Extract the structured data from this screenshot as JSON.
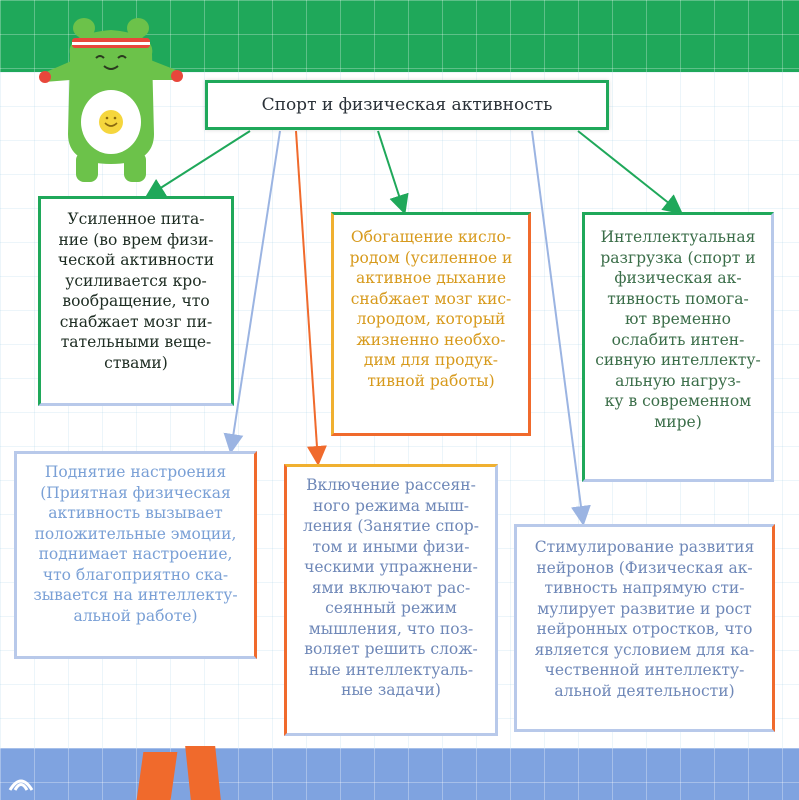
{
  "diagram": {
    "root": {
      "text": "Спорт и физическая активность"
    },
    "nodes": {
      "nutrition": "Усиленное пита-\nние (во врем физи-\nческой активности\nусиливается кро-\nвообращение, что\nснабжает мозг пи-\nтательными веще-\nствами)",
      "oxygen": "Обогащение кисло-\nродом (усиленное и\nактивное дыхание\nснабжает мозг кис-\nлородом, который\nжизненно необхо-\nдим для продук-\nтивной работы)",
      "intellectual": "Интеллектуальная\nразгрузка (спорт и\nфизическая ак-\nтивность помога-\nют временно\nослабить интен-\nсивную интеллекту-\nальную нагруз-\nку в современном\nмире)",
      "mood": "Поднятие настроения\n(Приятная физическая\nактивность вызывает\nположительные эмоции,\nподнимает настроение,\nчто благоприятно ска-\nзывается на интеллекту-\nальной работе)",
      "diffuse": "Включение рассеян-\nного режима мыш-\nления (Занятие спор-\nтом и иными физи-\nческими упражнени-\nями включают рас-\nсеянный режим\nмышления, что поз-\nволяет решить слож-\nные интеллектуаль-\nные задачи)",
      "neurons": "Стимулирование развития\nнейронов (Физическая ак-\nтивность напрямую сти-\nмулирует развитие и рост\nнейронных отростков, что\nявляется условием для ка-\nчественной интеллекту-\nальной деятельности)"
    }
  },
  "colors": {
    "green": "#1fa85a",
    "orange": "#f06a2c",
    "yellow": "#f0b030",
    "light_blue": "#b8c9ea",
    "bottom_band": "#7fa3e0"
  },
  "icons": {
    "mascot": "green-bear-mascot-icon",
    "corner": "corner-logo-icon"
  }
}
